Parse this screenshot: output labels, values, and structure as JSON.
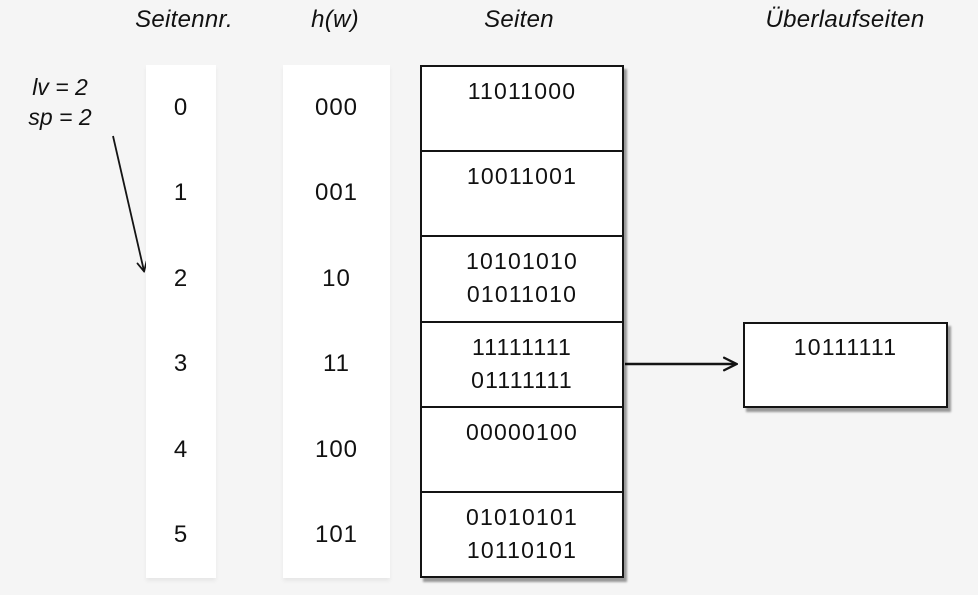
{
  "headers": {
    "col_pageno": "Seitennr.",
    "col_hash": "h(w)",
    "col_pages": "Seiten",
    "col_overflow": "Überlaufseiten"
  },
  "annotation": {
    "level": "lv = 2",
    "split_pointer": "sp = 2",
    "points_to_pageno": "2"
  },
  "table": {
    "rows": [
      {
        "pageno": "0",
        "hash": "000",
        "values": [
          "11011000"
        ]
      },
      {
        "pageno": "1",
        "hash": "001",
        "values": [
          "10011001"
        ]
      },
      {
        "pageno": "2",
        "hash": "10",
        "values": [
          "10101010",
          "01011010"
        ]
      },
      {
        "pageno": "3",
        "hash": "11",
        "values": [
          "11111111",
          "01111111"
        ]
      },
      {
        "pageno": "4",
        "hash": "100",
        "values": [
          "00000100"
        ]
      },
      {
        "pageno": "5",
        "hash": "101",
        "values": [
          "01010101",
          "10110101"
        ]
      }
    ]
  },
  "overflow": {
    "values": [
      "10111111"
    ],
    "source_row_pageno": "3"
  },
  "colors": {
    "background": "#f5f5f5",
    "surface": "#ffffff",
    "ink": "#141414"
  }
}
